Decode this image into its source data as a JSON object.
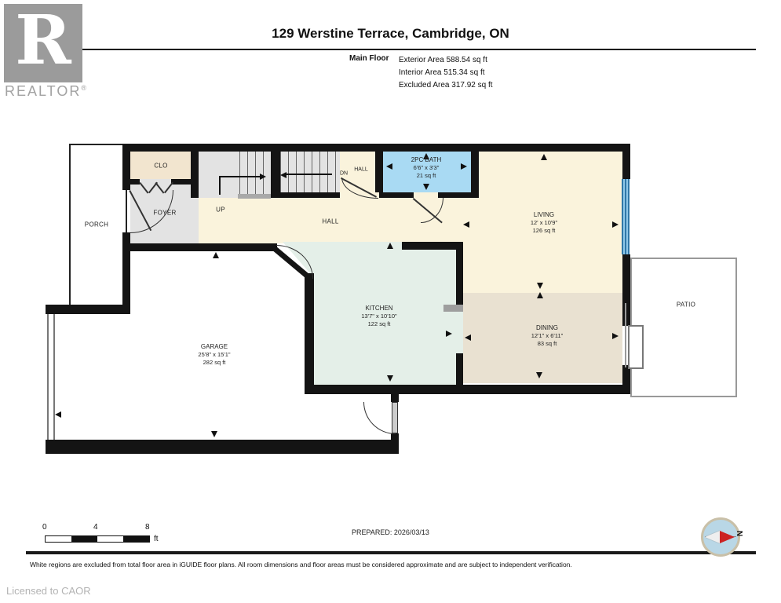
{
  "header": {
    "brand": "REALTOR",
    "brand_reg": "®",
    "logo_letter": "R",
    "title": "129 Werstine Terrace, Cambridge, ON",
    "floor_label": "Main Floor",
    "area_line_1": "Exterior Area 588.54 sq ft",
    "area_line_2": "Interior Area 515.34 sq ft",
    "area_line_3": "Excluded Area 317.92 sq ft"
  },
  "rooms": {
    "porch": {
      "name": "PORCH"
    },
    "clo": {
      "name": "CLO"
    },
    "foyer": {
      "name": "FOYER"
    },
    "up": {
      "name": "UP"
    },
    "dn": {
      "name": "DN"
    },
    "dn_hall": {
      "name": "HALL"
    },
    "hall": {
      "name": "HALL"
    },
    "bath": {
      "name": "2PC BATH",
      "dims": "6'6\" x 3'3\"",
      "area": "21 sq ft"
    },
    "living": {
      "name": "LIVING",
      "dims": "12' x 10'9\"",
      "area": "126 sq ft"
    },
    "kitchen": {
      "name": "KITCHEN",
      "dims": "13'7\" x 10'10\"",
      "area": "122 sq ft"
    },
    "dining": {
      "name": "DINING",
      "dims": "12'1\" x 6'11\"",
      "area": "83 sq ft"
    },
    "garage": {
      "name": "GARAGE",
      "dims": "25'8\" x 15'1\"",
      "area": "282 sq ft"
    },
    "patio": {
      "name": "PATIO"
    }
  },
  "footer": {
    "scale_tick_0": "0",
    "scale_tick_4": "4",
    "scale_tick_8": "8",
    "scale_unit": "ft",
    "prepared": "PREPARED: 2026/03/13",
    "compass_north": "N",
    "disclaimer": "White regions are excluded from total floor area in iGUIDE floor plans. All room dimensions and floor areas must be considered approximate and are subject to independent verification.",
    "licensed": "Licensed to CAOR"
  },
  "colors": {
    "wall": "#141414",
    "hall_cream": "#faf3dc",
    "closet_beige": "#f2e5cf",
    "room_gray": "#e3e3e3",
    "bath_blue": "#a9daf3",
    "kitchen_mint": "#e4efe8",
    "dining_tan": "#e9e1d1",
    "window_blue": "#2f77a8",
    "compass_red": "#cc2222"
  }
}
